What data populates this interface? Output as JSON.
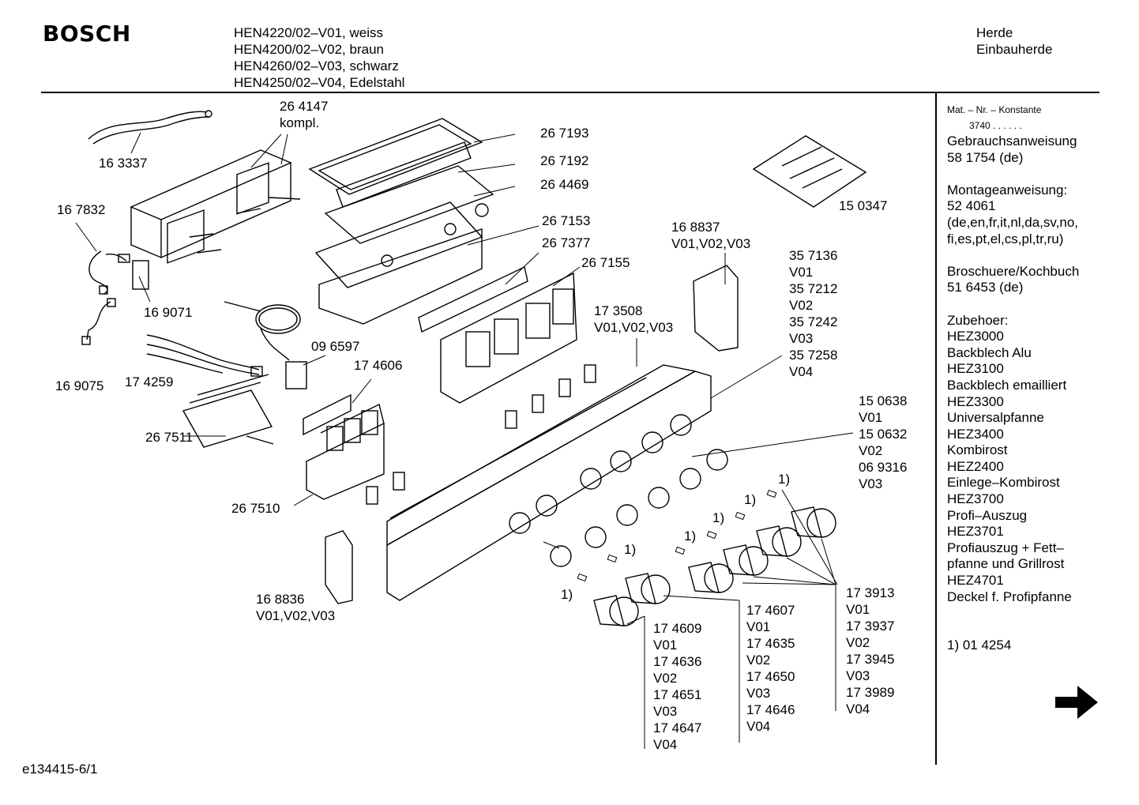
{
  "header": {
    "brand": "BOSCH",
    "models": [
      "HEN4220/02–V01, weiss",
      "HEN4200/02–V02, braun",
      "HEN4260/02–V03, schwarz",
      "HEN4250/02–V04, Edelstahl"
    ],
    "category": [
      "Herde",
      "Einbauherde"
    ]
  },
  "parts": {
    "p163337": "16 3337",
    "p264147": [
      "26 4147",
      "kompl."
    ],
    "p167832": "16 7832",
    "p169071": "16 9071",
    "p169075": "16 9075",
    "p174259": "17 4259",
    "p096597": "09 6597",
    "p174606": "17 4606",
    "p267511": "26 7511",
    "p267510": "26 7510",
    "p267193": "26 7193",
    "p267192": "26 7192",
    "p264469": "26 4469",
    "p267153": "26 7153",
    "p267377": "26 7377",
    "p267155": "26 7155",
    "p173508": [
      "17 3508",
      "V01,V02,V03"
    ],
    "p168837": [
      "16 8837",
      "V01,V02,V03"
    ],
    "p150347": "15 0347",
    "p168836": [
      "16 8836",
      "V01,V02,V03"
    ],
    "v357": [
      "35 7136",
      "V01",
      "35 7212",
      "V02",
      "35 7242",
      "V03",
      "35 7258",
      "V04"
    ],
    "v150": [
      "15 0638",
      "V01",
      "15 0632",
      "V02",
      "06 9316",
      "V03"
    ],
    "v1739": [
      "17 3913",
      "V01",
      "17 3937",
      "V02",
      "17 3945",
      "V03",
      "17 3989",
      "V04"
    ],
    "v17460": [
      "17 4607",
      "V01",
      "17 4635",
      "V02",
      "17 4650",
      "V03",
      "17 4646",
      "V04"
    ],
    "v17469": [
      "17 4609",
      "V01",
      "17 4636",
      "V02",
      "17 4651",
      "V03",
      "17 4647",
      "V04"
    ],
    "footnote_mark": "1)"
  },
  "sidebar": {
    "mat_label": "Mat. – Nr. – Konstante",
    "mat_value": "3740  .  .  .  .  .  .",
    "lines1": [
      "Gebrauchsanweisung",
      "58 1754 (de)"
    ],
    "lines2": [
      "Montageanweisung:",
      "52 4061",
      "(de,en,fr,it,nl,da,sv,no,",
      "fi,es,pt,el,cs,pl,tr,ru)"
    ],
    "lines3": [
      "Broschuere/Kochbuch",
      "51 6453 (de)"
    ],
    "lines4": [
      "Zubehoer:",
      "HEZ3000",
      "Backblech Alu",
      "HEZ3100",
      "Backblech emailliert",
      "HEZ3300",
      "Universalpfanne",
      "HEZ3400",
      "Kombirost",
      "HEZ2400",
      "Einlege–Kombirost",
      "HEZ3700",
      "Profi–Auszug",
      "HEZ3701",
      "Profiauszug + Fett–",
      "pfanne und Grillrost",
      "HEZ4701",
      "Deckel f. Profipfanne"
    ],
    "footnote": "1) 01 4254"
  },
  "footer": {
    "doc_id": "e134415-6/1"
  }
}
